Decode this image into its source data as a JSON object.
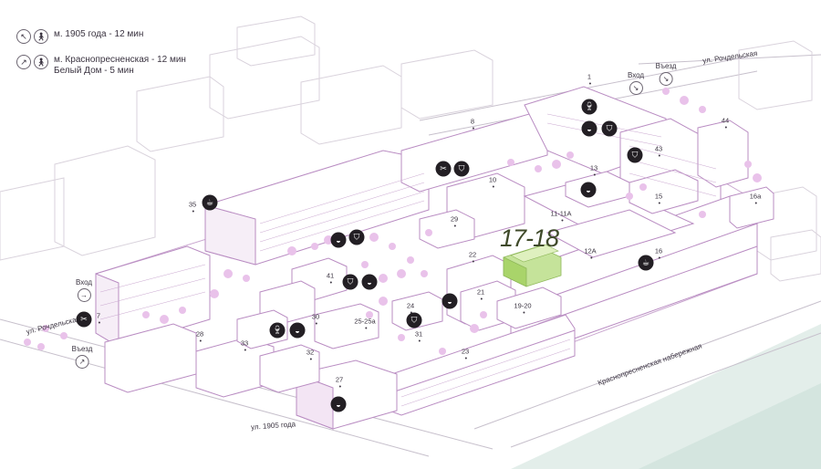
{
  "legend": {
    "row1": {
      "icons": [
        "arrow-up-left-icon",
        "pedestrian-icon"
      ],
      "text": "м. 1905 года - 12 мин"
    },
    "row2": {
      "icons": [
        "arrow-up-right-icon",
        "pedestrian-icon"
      ],
      "line1": "м. Краснопресненская - 12 мин",
      "line2": "Белый Дом - 5 мин"
    }
  },
  "streets": {
    "rochdelskaya_top": "ул. Рочдельская",
    "rochdelskaya_left": "ул. Рочдельская",
    "ulica_1905": "ул. 1905 года",
    "krasnopresnenskaya_nab": "Краснопресненская набережная"
  },
  "entries": {
    "top_entry": "Вход",
    "top_drive": "Въезд",
    "left_entry": "Вход",
    "left_drive": "Въезд"
  },
  "highlight": {
    "label": "17-18",
    "color": "#a9d46a"
  },
  "buildings": [
    "1",
    "8",
    "44",
    "43",
    "13",
    "10",
    "15",
    "16а",
    "35",
    "29",
    "11-11А",
    "12А",
    "16",
    "22",
    "41",
    "21",
    "19-20",
    "24",
    "30",
    "25-25а",
    "31",
    "7",
    "28",
    "33",
    "32",
    "23",
    "27"
  ],
  "poi_icons": [
    "wine-glass-icon",
    "shopping-bag-icon",
    "food-bowl-icon",
    "scissors-icon",
    "coffee-cup-icon"
  ],
  "colors": {
    "building_stroke": "#c9a6cf",
    "building_fill": "#ffffff",
    "tree": "#e7bde7",
    "poi": "#231f24",
    "water": "#dfece7"
  }
}
